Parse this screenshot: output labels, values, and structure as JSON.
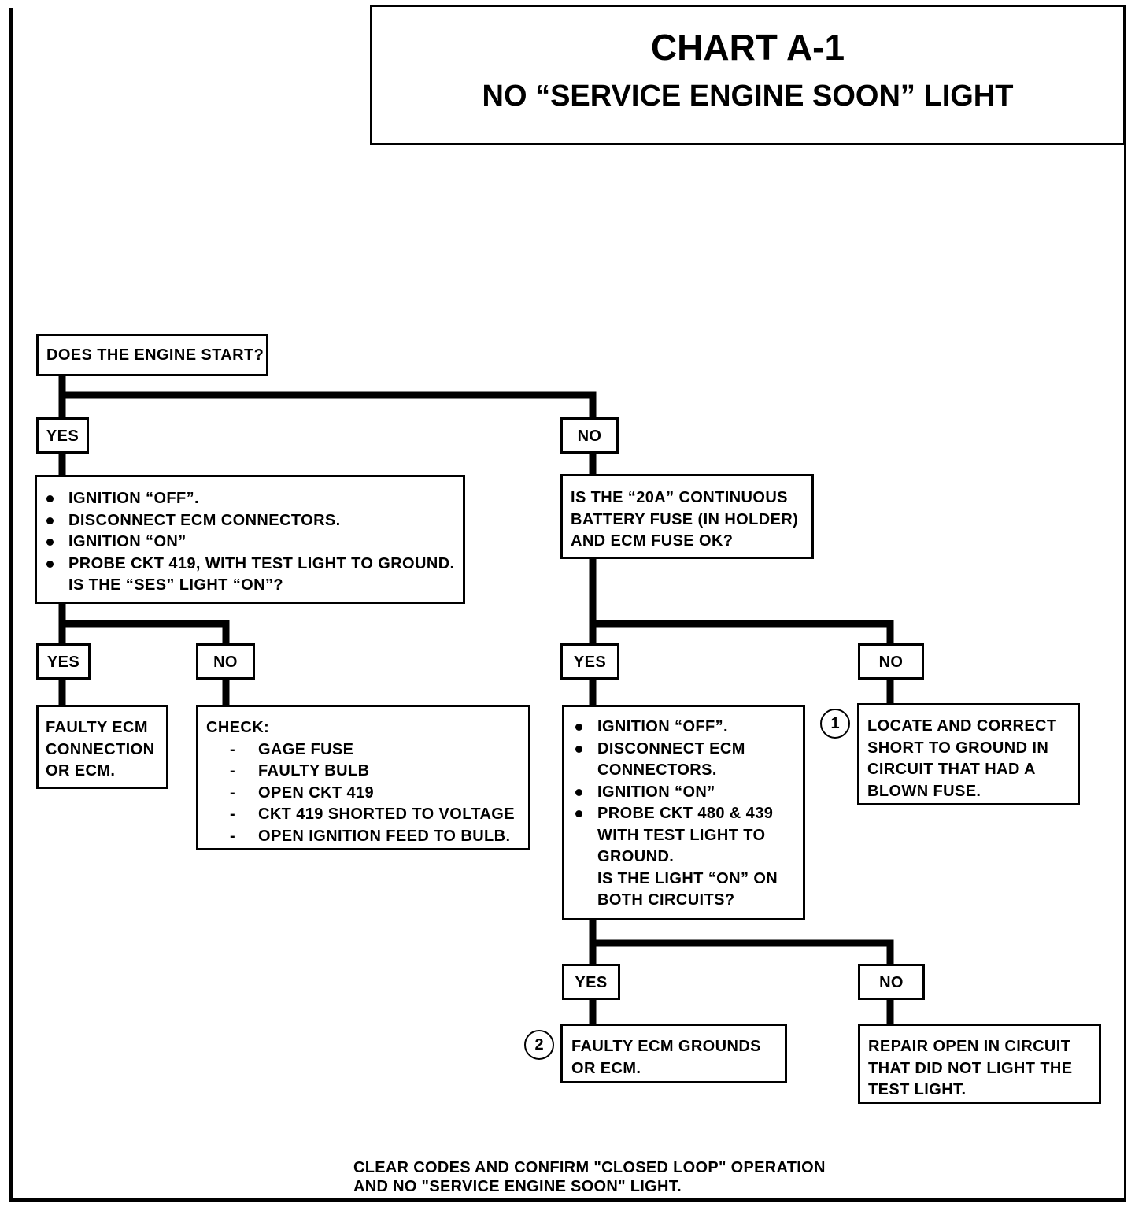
{
  "title": {
    "main": "CHART A-1",
    "sub": "NO “SERVICE ENGINE SOON” LIGHT"
  },
  "nodes": {
    "q_start": "DOES THE ENGINE START?",
    "yes1": "YES",
    "no1": "NO",
    "ignition_check": [
      "IGNITION “OFF”.",
      "DISCONNECT ECM CONNECTORS.",
      "IGNITION “ON”",
      "PROBE CKT 419, WITH TEST LIGHT TO GROUND.",
      "IS THE “SES” LIGHT “ON”?"
    ],
    "q_fuse": [
      "IS THE “20A” CONTINUOUS",
      "BATTERY FUSE (IN HOLDER)",
      "AND ECM FUSE OK?"
    ],
    "yes2": "YES",
    "no2": "NO",
    "yes3": "YES",
    "no3": "NO",
    "faulty_ecm": [
      "FAULTY ECM",
      "CONNECTION",
      "OR ECM."
    ],
    "check_title": "CHECK:",
    "check_items": [
      "GAGE FUSE",
      "FAULTY BULB",
      "OPEN CKT 419",
      "CKT 419 SHORTED TO VOLTAGE",
      "OPEN IGNITION FEED TO BULB."
    ],
    "probe_480": [
      "IGNITION “OFF”.",
      "DISCONNECT ECM CONNECTORS.",
      "IGNITION “ON”",
      "PROBE CKT 480 & 439 WITH TEST LIGHT TO GROUND.",
      "IS THE LIGHT “ON” ON BOTH CIRCUITS?"
    ],
    "circle1": "1",
    "locate_short": [
      "LOCATE AND CORRECT",
      "SHORT TO GROUND IN",
      "CIRCUIT THAT HAD A",
      "BLOWN FUSE."
    ],
    "yes4": "YES",
    "no4": "NO",
    "circle2": "2",
    "faulty_grounds": [
      "FAULTY ECM GROUNDS",
      "OR ECM."
    ],
    "repair_open": [
      "REPAIR OPEN IN CIRCUIT",
      "THAT DID NOT LIGHT THE",
      "TEST LIGHT."
    ]
  },
  "footer": [
    "CLEAR CODES AND CONFIRM \"CLOSED LOOP\" OPERATION",
    "AND NO \"SERVICE ENGINE SOON\" LIGHT."
  ]
}
